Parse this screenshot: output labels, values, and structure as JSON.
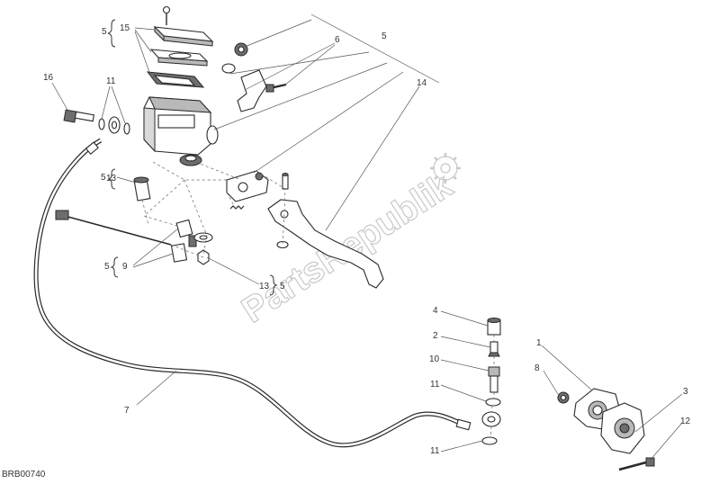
{
  "diagram": {
    "code": "BRB00740",
    "watermark": "PartsRepublik",
    "callouts": [
      {
        "id": "c15-group",
        "text": "5"
      },
      {
        "id": "c15",
        "text": "15"
      },
      {
        "id": "c16",
        "text": "16"
      },
      {
        "id": "c11-top",
        "text": "11"
      },
      {
        "id": "c6",
        "text": "6"
      },
      {
        "id": "c5-top",
        "text": "5"
      },
      {
        "id": "c14",
        "text": "14"
      },
      {
        "id": "c13-group",
        "text": "5"
      },
      {
        "id": "c13",
        "text": "13"
      },
      {
        "id": "c9-group",
        "text": "5"
      },
      {
        "id": "c9",
        "text": "9"
      },
      {
        "id": "c13-lower",
        "text": "13"
      },
      {
        "id": "c13-lower-group",
        "text": "5"
      },
      {
        "id": "c7",
        "text": "7"
      },
      {
        "id": "c4",
        "text": "4"
      },
      {
        "id": "c2",
        "text": "2"
      },
      {
        "id": "c10",
        "text": "10"
      },
      {
        "id": "c11-mid",
        "text": "11"
      },
      {
        "id": "c11-low",
        "text": "11"
      },
      {
        "id": "c1",
        "text": "1"
      },
      {
        "id": "c8",
        "text": "8"
      },
      {
        "id": "c3",
        "text": "3"
      },
      {
        "id": "c12",
        "text": "12"
      }
    ],
    "icons": {
      "watermark_logo": "gear-icon"
    }
  }
}
